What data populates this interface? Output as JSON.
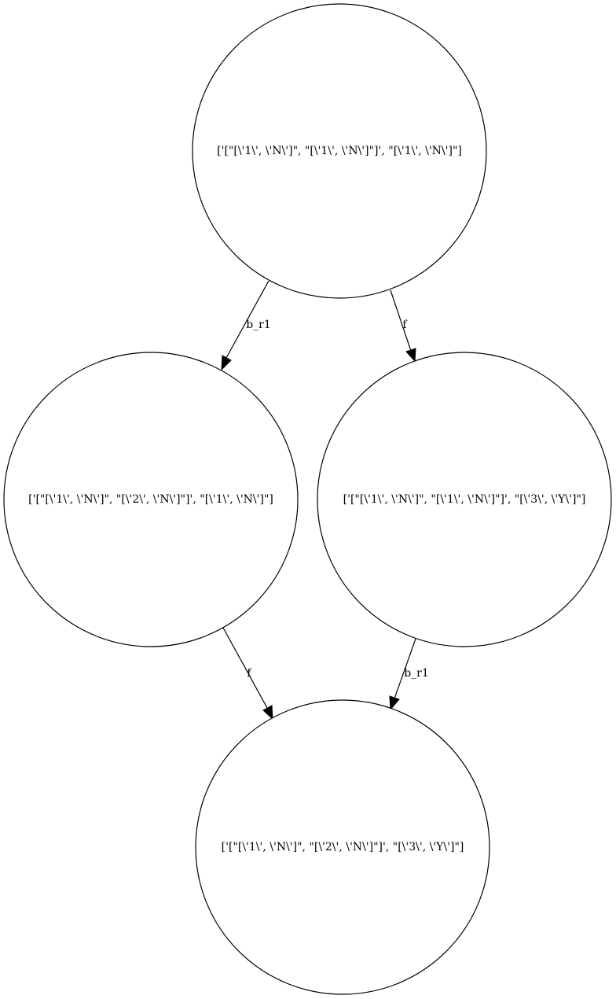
{
  "nodes": [
    {
      "id": "n0",
      "label": "['[\"[\\'1\\', \\'N\\']\", \"[\\'1\\', \\'N\\']\"]', \"[\\'1\\', \\'N\\']\"]"
    },
    {
      "id": "n1",
      "label": "['[\"[\\'1\\', \\'N\\']\", \"[\\'2\\', \\'N\\']\"]', \"[\\'1\\', \\'N\\']\"]"
    },
    {
      "id": "n2",
      "label": "['[\"[\\'1\\', \\'N\\']\", \"[\\'1\\', \\'N\\']\"]', \"[\\'3\\', \\'Y\\']\"]"
    },
    {
      "id": "n3",
      "label": "['[\"[\\'1\\', \\'N\\']\", \"[\\'2\\', \\'N\\']\"]', \"[\\'3\\', \\'Y\\']\"]"
    }
  ],
  "edges": [
    {
      "from": "n0",
      "to": "n1",
      "label": "b_r1"
    },
    {
      "from": "n0",
      "to": "n2",
      "label": "f"
    },
    {
      "from": "n1",
      "to": "n3",
      "label": "f"
    },
    {
      "from": "n2",
      "to": "n3",
      "label": "b_r1"
    }
  ]
}
